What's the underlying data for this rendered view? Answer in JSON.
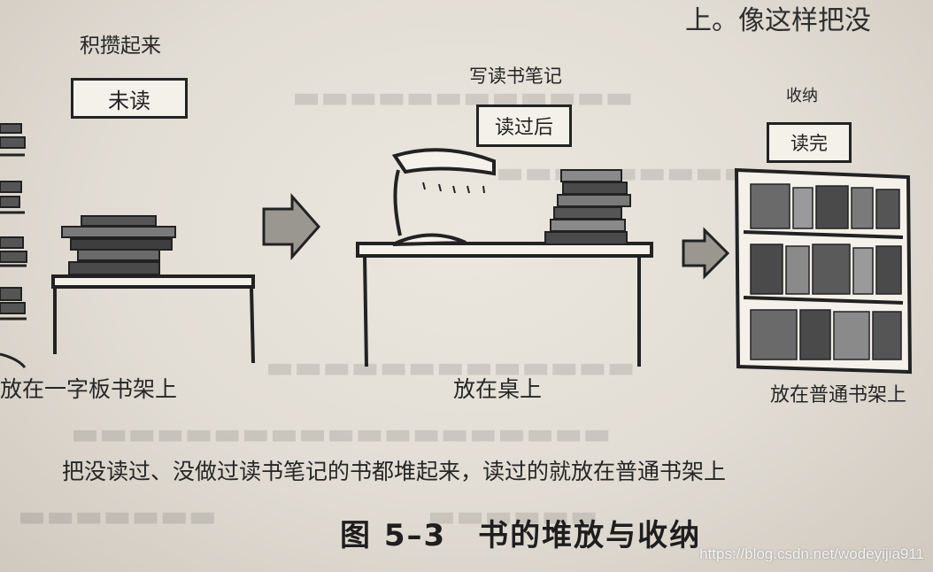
{
  "header_fragment": "上。像这样把没",
  "stages": [
    {
      "top_label": "积攒起来",
      "sign": "未读",
      "bottom_label": "放在一字板书架上"
    },
    {
      "top_label": "写读书笔记",
      "sign": "读过后",
      "bottom_label": "放在桌上"
    },
    {
      "top_label": "收纳",
      "sign": "读完",
      "bottom_label": "放在普通书架上"
    }
  ],
  "caption": "把没读过、没做过读书笔记的书都堆起来，读过的就放在普通书架上",
  "figure_title": "图 5–3　书的堆放与收纳",
  "watermark": "https://blog.csdn.net/wodeyijia911",
  "colors": {
    "ink": "#222222",
    "arrow": "#9a9690",
    "paper": "#e8e4dc",
    "book_dark": "#4a4a4a",
    "book_mid": "#8a8a8a"
  }
}
